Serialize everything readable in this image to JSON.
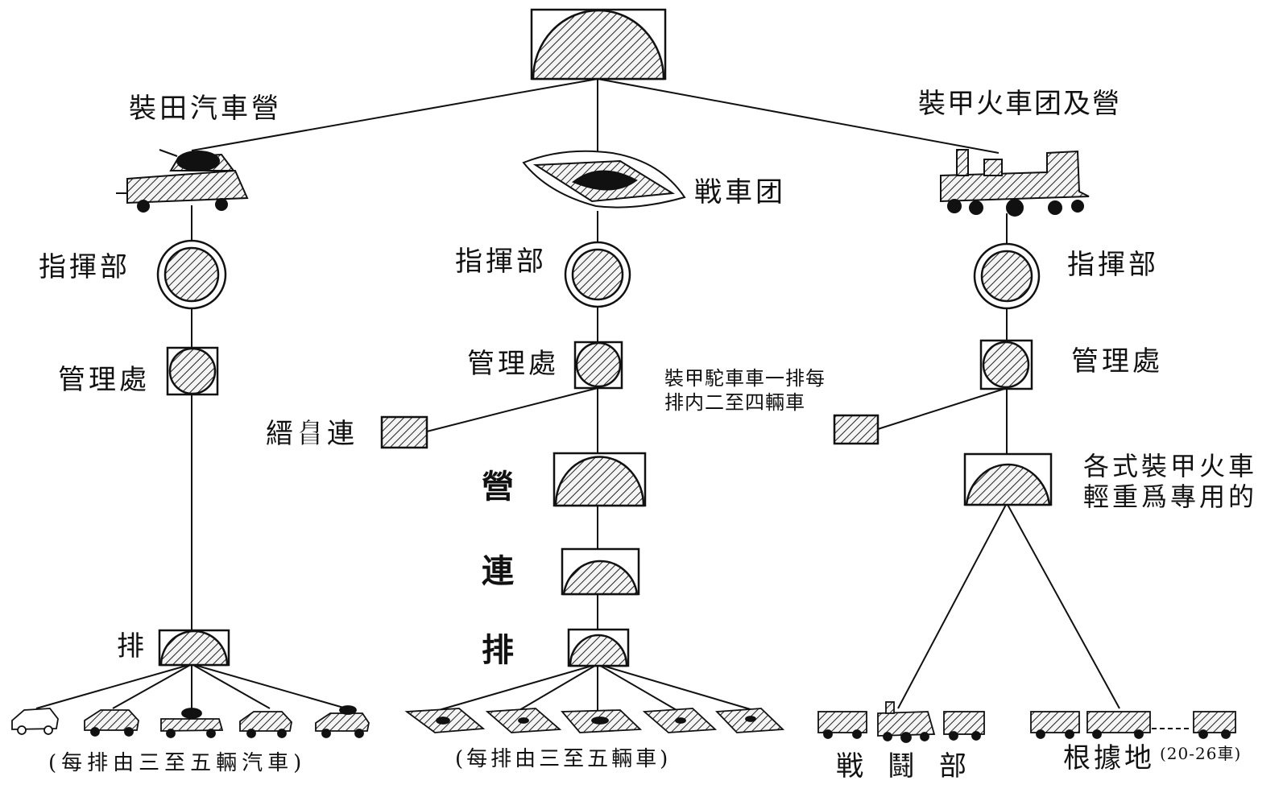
{
  "labels": {
    "armored_car_battalion": "裝田汽車營",
    "armored_train_battalion": "裝甲火車团及營",
    "tank_regiment": "戦車团",
    "hq_left": "指揮部",
    "hq_center": "指揮部",
    "hq_right": "指揮部",
    "admin_left": "管理處",
    "admin_center": "管理處",
    "admin_right": "管理處",
    "recon_company": "縉𥅕連",
    "armored_detection_note": "裝甲駝車車一排每排内二至四輛車",
    "battalion": "營",
    "company": "連",
    "platoon_center": "排",
    "platoon_left": "排",
    "armored_trains_note": "各式裝甲火車輕重爲專用的",
    "left_bottom_caption": "(每排由三至五輛汽車)",
    "center_bottom_caption": "(每排由三至五輛車)",
    "combat_section": "戦鬪部",
    "base_section": "根據地",
    "base_note": "(20-26車)"
  }
}
